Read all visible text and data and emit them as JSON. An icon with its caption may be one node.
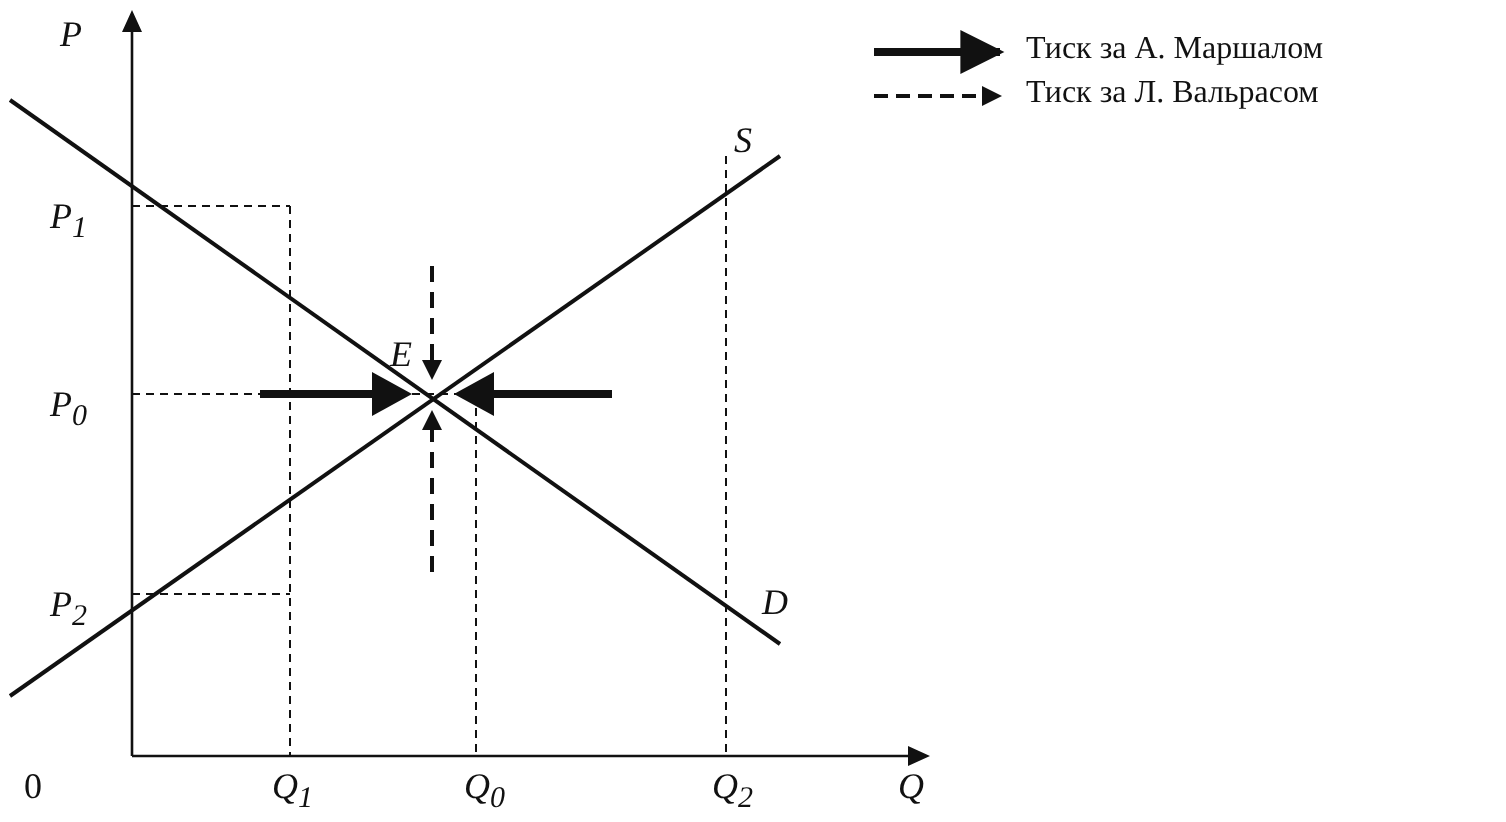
{
  "diagram": {
    "labels": [
      "P",
      "P$_{1}$",
      "P$_{0}$",
      "P$_{2}$",
      "0",
      "Q$_{1}$",
      "Q$_{0}$",
      "Q$_{2}$",
      "Q",
      "S",
      "D",
      "E"
    ],
    "legend": [
      {
        "text": "Тиск за А. Маршалом"
      },
      {
        "text": "Тиск за Л. Вальрасом"
      }
    ]
  }
}
